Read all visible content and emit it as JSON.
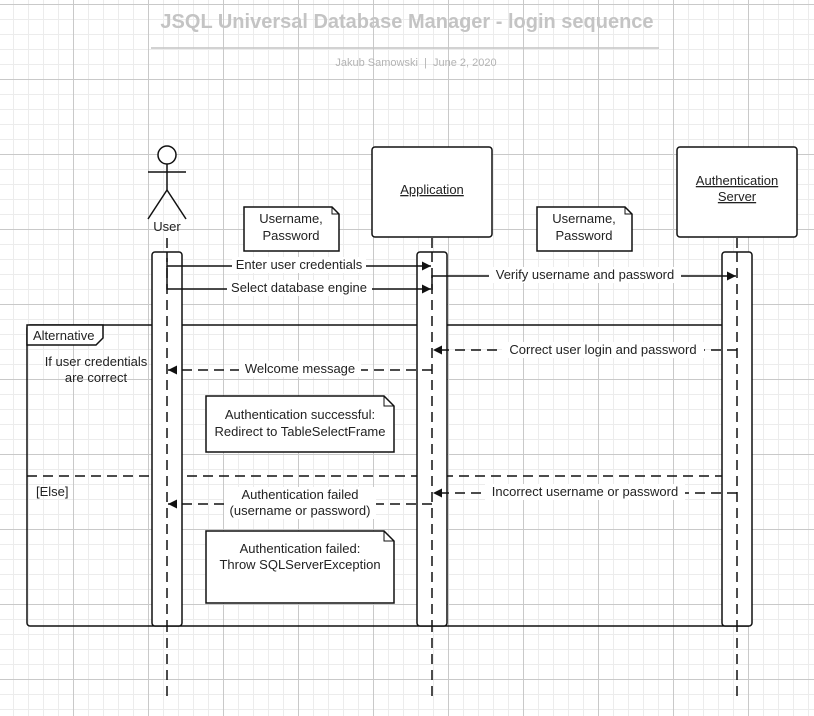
{
  "title": "JSQL Universal Database Manager - login sequence",
  "subtitle": "Jakub Samowski  |  June 2, 2020",
  "actors": {
    "user": "User",
    "application": "Application",
    "auth_server_line1": "Authentication",
    "auth_server_line2": "Server"
  },
  "notes": {
    "credentials_user_line1": "Username,",
    "credentials_user_line2": "Password",
    "credentials_app_line1": "Username,",
    "credentials_app_line2": "Password",
    "success_line1": "Authentication successful:",
    "success_line2": "Redirect to TableSelectFrame",
    "failure_line1": "Authentication failed:",
    "failure_line2": "Throw SQLServerException"
  },
  "messages": {
    "enter_credentials": "Enter user credentials",
    "select_engine": "Select database engine",
    "verify": "Verify username and password",
    "correct_login": "Correct user login and password",
    "welcome": "Welcome message",
    "incorrect": "Incorrect username or password",
    "auth_failed_line1": "Authentication failed",
    "auth_failed_line2": "(username or password)"
  },
  "fragment": {
    "label": "Alternative",
    "guard_line1": "If user credentials",
    "guard_line2": "are correct",
    "else_label": "[Else]"
  }
}
